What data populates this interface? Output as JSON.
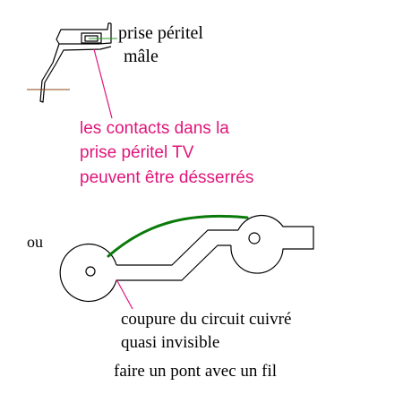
{
  "colors": {
    "line": "#000000",
    "annotation": "#e0157a",
    "bridge_wire": "#0a7a0a",
    "contact": "#2a9a2a",
    "lead": "#8b4513"
  },
  "labels": {
    "prise_line1": "prise péritel",
    "prise_line2": "mâle",
    "contacts_line1": "les contacts dans la",
    "contacts_line2": "prise péritel TV",
    "contacts_line3": "peuvent être désserrés",
    "ou": "ou",
    "coupure_line1": "coupure du circuit cuivré",
    "coupure_line2": "quasi invisible",
    "pont": "faire un pont avec un fil"
  }
}
